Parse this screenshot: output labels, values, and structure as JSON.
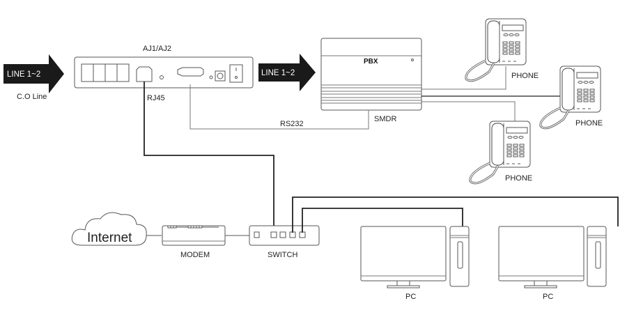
{
  "diagram": {
    "inputs": {
      "arrow_left_label": "LINE 1~2",
      "co_line_label": "C.O Line",
      "arrow_mid_label": "LINE 1~2"
    },
    "devices": {
      "recorder_label": "AJ1/AJ2",
      "rj45_label": "RJ45",
      "rs232_label": "RS232",
      "pbx_label": "PBX",
      "smdr_label": "SMDR",
      "phones": [
        "PHONE",
        "PHONE",
        "PHONE"
      ],
      "internet_label": "Internet",
      "modem_label": "MODEM",
      "switch_label": "SWITCH",
      "pcs": [
        "PC",
        "PC"
      ]
    },
    "colors": {
      "arrow": "#1a1a1a",
      "line_dark": "#222222",
      "line_light": "#777777"
    }
  }
}
